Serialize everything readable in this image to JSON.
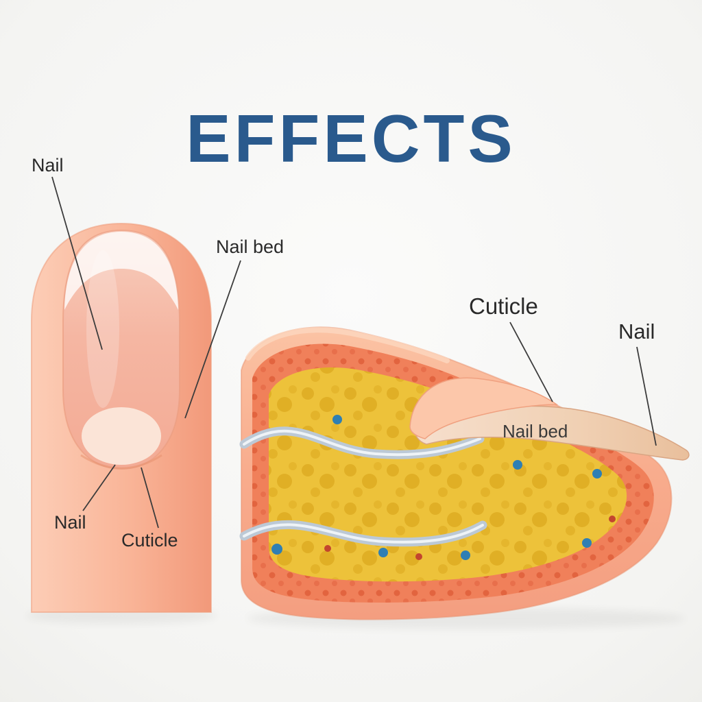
{
  "title": "EFFECTS",
  "left_diagram": {
    "labels": {
      "nail_top": "Nail",
      "nail_bed": "Nail bed",
      "nail_bottom": "Nail",
      "cuticle": "Cuticle"
    }
  },
  "right_diagram": {
    "labels": {
      "cuticle": "Cuticle",
      "nail": "Nail",
      "nail_bed": "Nail bed"
    }
  },
  "colors": {
    "title": "#2a5a8d",
    "background": "#f7f7f5",
    "skin": "#f8b093",
    "skin_light": "#fccdb6",
    "nail_plate": "#f5b6a2",
    "free_edge": "#ffffff",
    "lunula": "#fbe7da",
    "dermis_orange": "#f0805a",
    "fat_yellow": "#edc23a",
    "fat_blob": "#d9a41a",
    "tendon_gray": "#bcc9d6",
    "vessel_blue": "#2f7fb3",
    "vessel_red": "#c3452e",
    "nail_blade": "#f0d2b6",
    "leader_line": "#3c3c3c"
  }
}
